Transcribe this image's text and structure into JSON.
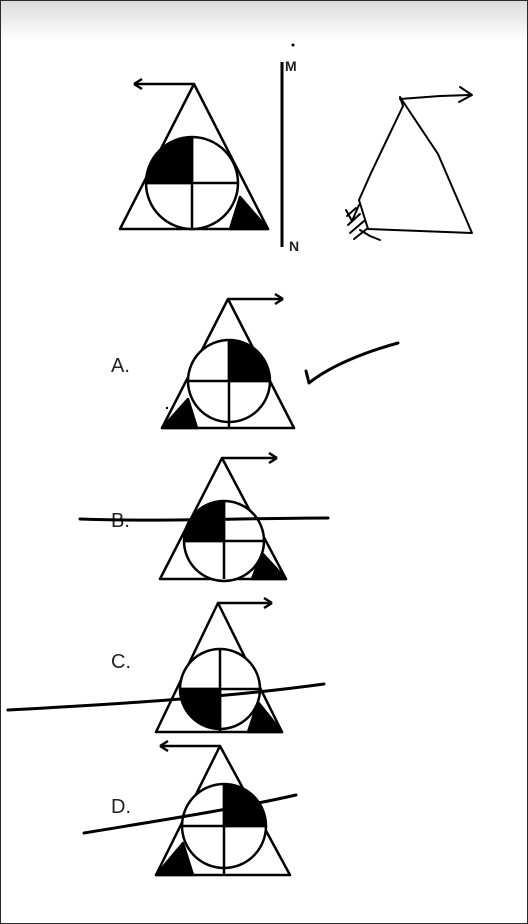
{
  "mirror": {
    "top_label": "M",
    "bottom_label": "N"
  },
  "options": [
    {
      "label": "A.",
      "status": "marked-correct"
    },
    {
      "label": "B.",
      "status": "crossed-out"
    },
    {
      "label": "C.",
      "status": "crossed-out"
    },
    {
      "label": "D.",
      "status": "crossed-out"
    }
  ],
  "colors": {
    "ink": "#000000",
    "background": "#ffffff",
    "frame": "#2a2a2a"
  }
}
